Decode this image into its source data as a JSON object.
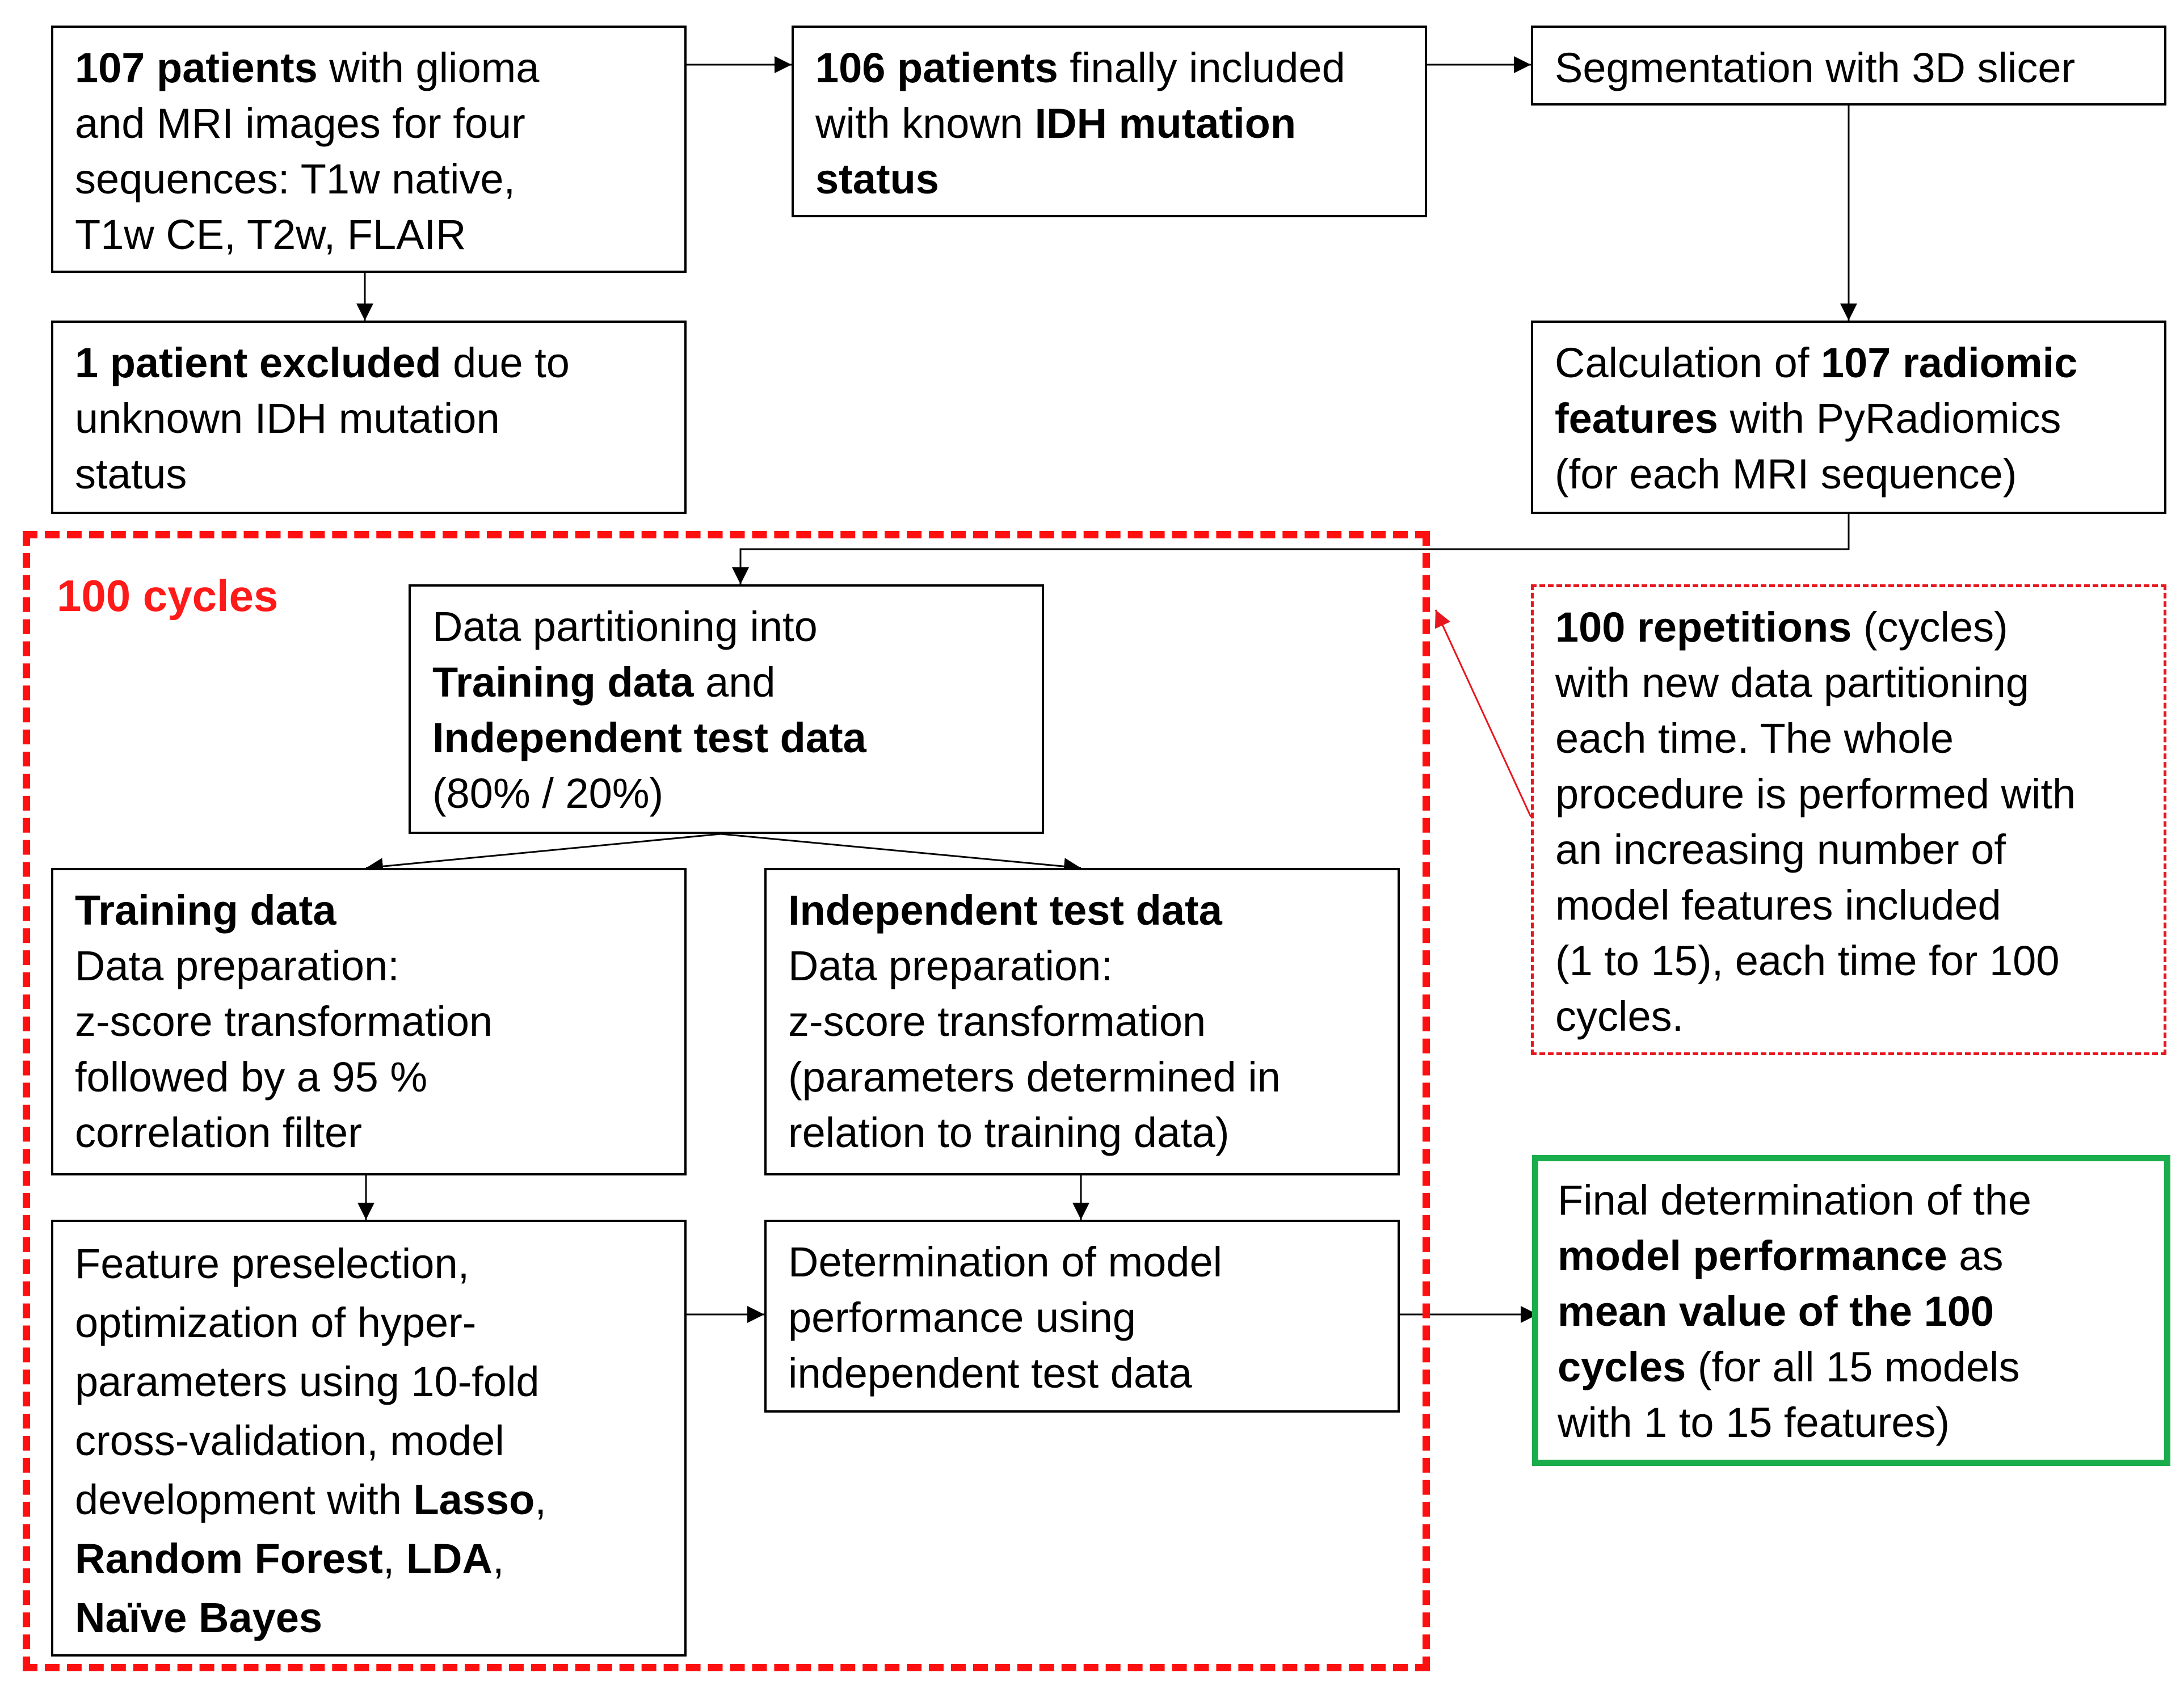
{
  "colors": {
    "box_border": "#000000",
    "loop_frame": "#ff1010",
    "loop_label": "#ff1a1a",
    "repetition_note_border": "#e8161f",
    "result_border": "#1aad4b"
  },
  "loop": {
    "label": "100 cycles"
  },
  "boxes": {
    "patients_initial": [
      [
        {
          "t": "107 patients",
          "b": true
        },
        {
          "t": " with glioma"
        }
      ],
      [
        {
          "t": "and MRI images for four"
        }
      ],
      [
        {
          "t": "sequences: T1w native,"
        }
      ],
      [
        {
          "t": "T1w CE, T2w, FLAIR"
        }
      ]
    ],
    "patients_excluded": [
      [
        {
          "t": "1 patient excluded",
          "b": true
        },
        {
          "t": " due to"
        }
      ],
      [
        {
          "t": "unknown IDH mutation"
        }
      ],
      [
        {
          "t": "status"
        }
      ]
    ],
    "patients_included": [
      [
        {
          "t": "106 patients",
          "b": true
        },
        {
          "t": " finally included"
        }
      ],
      [
        {
          "t": "with known "
        },
        {
          "t": "IDH mutation",
          "b": true
        }
      ],
      [
        {
          "t": "status",
          "b": true
        }
      ]
    ],
    "segmentation": [
      [
        {
          "t": "Segmentation with 3D slicer"
        }
      ]
    ],
    "feature_calculation": [
      [
        {
          "t": "Calculation of "
        },
        {
          "t": "107 radiomic",
          "b": true
        }
      ],
      [
        {
          "t": "features",
          "b": true
        },
        {
          "t": " with PyRadiomics"
        }
      ],
      [
        {
          "t": "(for each MRI sequence)"
        }
      ]
    ],
    "data_partitioning": [
      [
        {
          "t": "Data partitioning into"
        }
      ],
      [
        {
          "t": "Training data",
          "b": true
        },
        {
          "t": " and"
        }
      ],
      [
        {
          "t": "Independent test data",
          "b": true
        }
      ],
      [
        {
          "t": "(80% / 20%)"
        }
      ]
    ],
    "repetitions_note": [
      [
        {
          "t": "100 repetitions",
          "b": true
        },
        {
          "t": " (cycles)"
        }
      ],
      [
        {
          "t": "with new data partitioning"
        }
      ],
      [
        {
          "t": "each time. The whole"
        }
      ],
      [
        {
          "t": "procedure is performed with"
        }
      ],
      [
        {
          "t": "an increasing number of"
        }
      ],
      [
        {
          "t": "model features included"
        }
      ],
      [
        {
          "t": "(1 to 15), each time for 100"
        }
      ],
      [
        {
          "t": "cycles."
        }
      ]
    ],
    "training_data": [
      [
        {
          "t": "Training data",
          "b": true
        }
      ],
      [
        {
          "t": "Data preparation:"
        }
      ],
      [
        {
          "t": "z-score transformation"
        }
      ],
      [
        {
          "t": "followed by a 95 %"
        }
      ],
      [
        {
          "t": "correlation filter"
        }
      ]
    ],
    "test_data": [
      [
        {
          "t": "Independent test data",
          "b": true
        }
      ],
      [
        {
          "t": "Data preparation:"
        }
      ],
      [
        {
          "t": "z-score transformation"
        }
      ],
      [
        {
          "t": "(parameters determined in"
        }
      ],
      [
        {
          "t": "relation to training data)"
        }
      ]
    ],
    "model_development": [
      [
        {
          "t": "Feature preselection,"
        }
      ],
      [
        {
          "t": "optimization of hyper-"
        }
      ],
      [
        {
          "t": "parameters using 10-fold"
        }
      ],
      [
        {
          "t": "cross-validation, model"
        }
      ],
      [
        {
          "t": "development with "
        },
        {
          "t": "Lasso",
          "b": true
        },
        {
          "t": ","
        }
      ],
      [
        {
          "t": "Random Forest",
          "b": true
        },
        {
          "t": ", "
        },
        {
          "t": "LDA",
          "b": true
        },
        {
          "t": ","
        }
      ],
      [
        {
          "t": "Naïve Bayes",
          "b": true
        }
      ]
    ],
    "test_performance": [
      [
        {
          "t": "Determination of model"
        }
      ],
      [
        {
          "t": "performance using"
        }
      ],
      [
        {
          "t": "independent test data"
        }
      ]
    ],
    "final_performance": [
      [
        {
          "t": "Final determination of the"
        }
      ],
      [
        {
          "t": "model performance",
          "b": true
        },
        {
          "t": " as"
        }
      ],
      [
        {
          "t": "mean value of the 100",
          "b": true
        }
      ],
      [
        {
          "t": "cycles",
          "b": true
        },
        {
          "t": " (for all 15 models"
        }
      ],
      [
        {
          "t": "with 1 to 15 features)"
        }
      ]
    ]
  }
}
